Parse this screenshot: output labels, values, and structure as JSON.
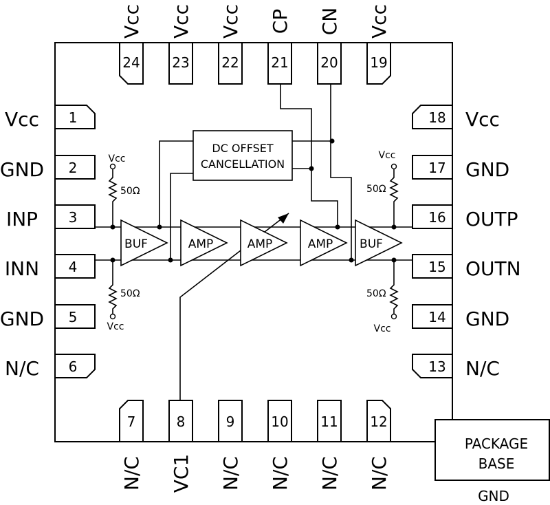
{
  "pins": {
    "left": [
      {
        "num": "1",
        "label": "Vcc"
      },
      {
        "num": "2",
        "label": "GND"
      },
      {
        "num": "3",
        "label": "INP"
      },
      {
        "num": "4",
        "label": "INN"
      },
      {
        "num": "5",
        "label": "GND"
      },
      {
        "num": "6",
        "label": "N/C"
      }
    ],
    "right": [
      {
        "num": "18",
        "label": "Vcc"
      },
      {
        "num": "17",
        "label": "GND"
      },
      {
        "num": "16",
        "label": "OUTP"
      },
      {
        "num": "15",
        "label": "OUTN"
      },
      {
        "num": "14",
        "label": "GND"
      },
      {
        "num": "13",
        "label": "N/C"
      }
    ],
    "top": [
      {
        "num": "24",
        "label": "Vcc"
      },
      {
        "num": "23",
        "label": "Vcc"
      },
      {
        "num": "22",
        "label": "Vcc"
      },
      {
        "num": "21",
        "label": "CP"
      },
      {
        "num": "20",
        "label": "CN"
      },
      {
        "num": "19",
        "label": "Vcc"
      }
    ],
    "bottom": [
      {
        "num": "7",
        "label": "N/C"
      },
      {
        "num": "8",
        "label": "VC1"
      },
      {
        "num": "9",
        "label": "N/C"
      },
      {
        "num": "10",
        "label": "N/C"
      },
      {
        "num": "11",
        "label": "N/C"
      },
      {
        "num": "12",
        "label": "N/C"
      }
    ]
  },
  "blocks": {
    "dc_offset_line1": "DC OFFSET",
    "dc_offset_line2": "CANCELLATION",
    "buf_in": "BUF",
    "amp1": "AMP",
    "amp2": "AMP",
    "amp3": "AMP",
    "buf_out": "BUF"
  },
  "terminations": {
    "vcc": "Vcc",
    "resistor": "50Ω"
  },
  "package": {
    "line1": "PACKAGE",
    "line2": "BASE",
    "ground": "GND"
  }
}
